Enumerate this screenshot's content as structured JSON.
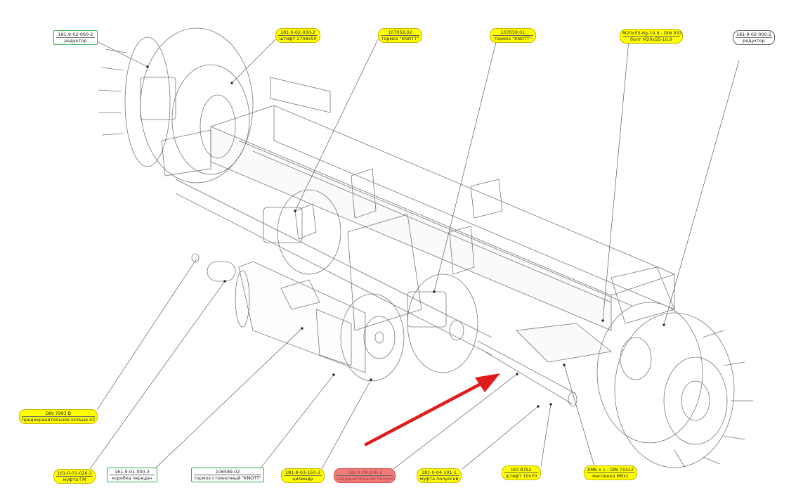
{
  "colors": {
    "yellow": "#ffff00",
    "green_border": "#2fb34a",
    "red_fill": "#f07b7b",
    "arrow": "#e01b1b"
  },
  "callouts": [
    {
      "id": "reducer-left",
      "line1": "181-9-02-000-2",
      "line2": "редуктор",
      "style": "green"
    },
    {
      "id": "pin-27",
      "line1": "181-0-02-030-2",
      "line2": "штифт 27h8x50",
      "style": "yellow"
    },
    {
      "id": "brake-knott-02",
      "line1": "107059.02",
      "line2": "тормоз \"KNOTT\"",
      "style": "yellow"
    },
    {
      "id": "brake-knott-01",
      "line1": "107059.01",
      "line2": "тормоз \"KNOTT\"",
      "style": "yellow"
    },
    {
      "id": "bolt-m20",
      "line1": "M20x55-6g-10.9 - DIN 933",
      "line2": "болт M20x55-10.9",
      "style": "yellow"
    },
    {
      "id": "reducer-right",
      "line1": "181-9-02-000-2",
      "line2": "редуктор",
      "style": "white"
    },
    {
      "id": "retaining-ring",
      "line1": "DIN 7993 B",
      "line2": "предохранительное кольцо 42",
      "style": "yellow"
    },
    {
      "id": "coupling-gm",
      "line1": "161-0-01-026-1",
      "line2": "муфта ГМ",
      "style": "yellow"
    },
    {
      "id": "gearbox",
      "line1": "161-9-01-000-3",
      "line2": "коробка передач",
      "style": "green"
    },
    {
      "id": "parking-brake",
      "line1": "106589.02",
      "line2": "тормоз стояночный \"KNOTT\"",
      "style": "green"
    },
    {
      "id": "cylinder",
      "line1": "181-9-03-150-3",
      "line2": "цилиндр",
      "style": "yellow"
    },
    {
      "id": "axle-shaft",
      "line1": "181-0-04-100-1",
      "line2": "соединительная полуось",
      "style": "red"
    },
    {
      "id": "coupling-axle",
      "line1": "181-0-04-101-1",
      "line2": "муфта полуосей",
      "style": "yellow"
    },
    {
      "id": "pin-iso",
      "line1": "ISO 8752",
      "line2": "штифт 10х70",
      "style": "yellow"
    },
    {
      "id": "oiler",
      "line1": "AM6 x 1 - DIN 71412",
      "line2": "масленка M6х1",
      "style": "yellow"
    }
  ]
}
